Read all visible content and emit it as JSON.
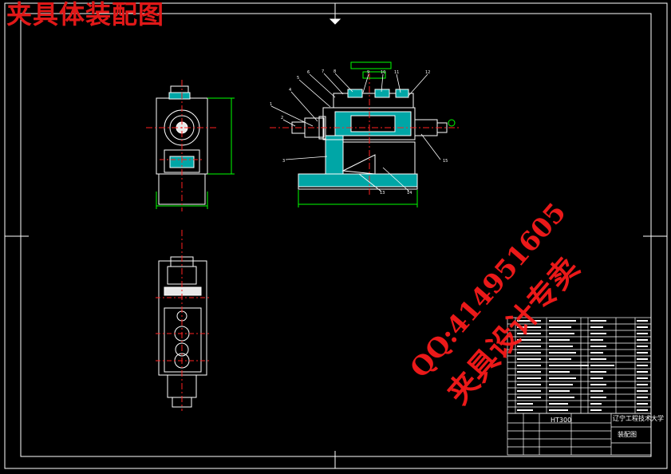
{
  "header": {
    "title": "夹具体装配图"
  },
  "watermark": {
    "qq": "QQ:414951605",
    "text": "夹具设计专卖"
  },
  "title_block": {
    "material": "HT300",
    "school": "辽宁工程技术大学",
    "drawing_name": "装配图"
  },
  "balloons": {
    "top_view": [
      "1",
      "2",
      "3",
      "4",
      "5",
      "6",
      "7",
      "8",
      "9",
      "10",
      "11",
      "12",
      "13",
      "14",
      "15"
    ]
  },
  "colors": {
    "background": "#000000",
    "lines": "#ffffff",
    "centerline": "#ff2020",
    "dimension": "#00ff00",
    "hatch": "#00a6a6",
    "body": "#ffffff",
    "title": "#e01818",
    "watermark": "#ff1c1c"
  }
}
